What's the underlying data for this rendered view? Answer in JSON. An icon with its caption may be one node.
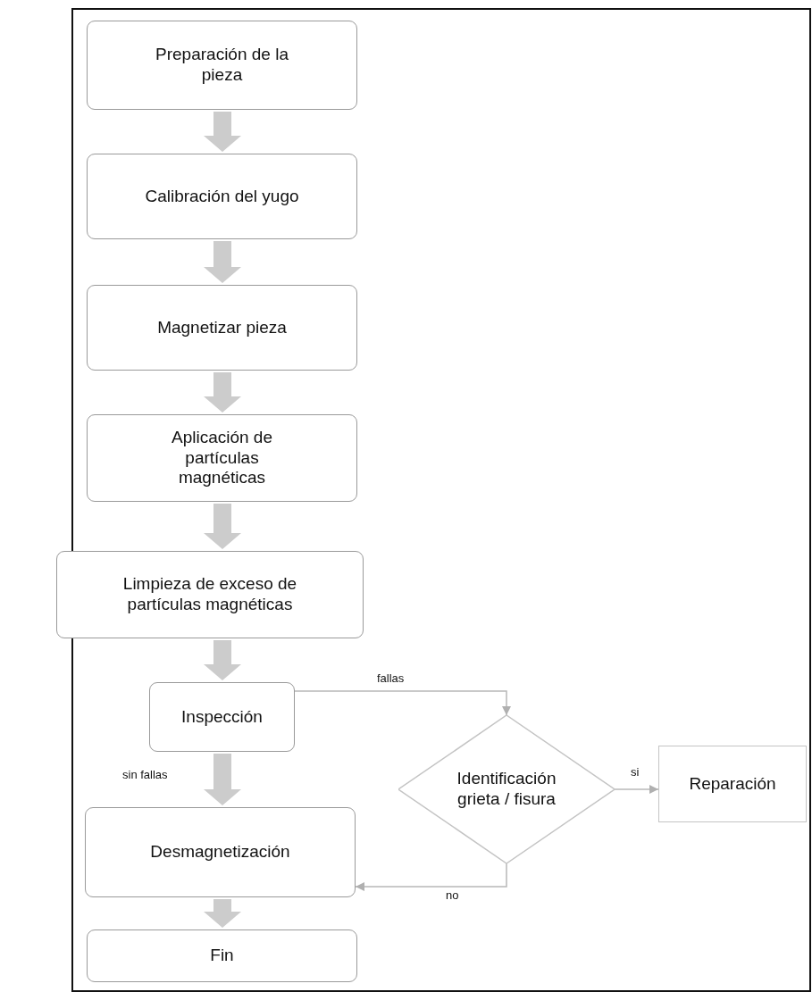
{
  "diagram": {
    "nodes": [
      {
        "text": [
          "Preparación de la pieza"
        ]
      },
      {
        "text": [
          "Calibración del yugo"
        ]
      },
      {
        "text": [
          "Magnetizar pieza"
        ]
      },
      {
        "text": [
          "Aplicación de partículas magnéticas"
        ]
      },
      {
        "text": [
          "Limpieza de exceso de partículas magnéticas"
        ]
      },
      {
        "text": [
          "Inspección"
        ]
      },
      {
        "text": [
          "Identificación grieta / fisura"
        ]
      },
      {
        "text": [
          "Reparación"
        ]
      },
      {
        "text": [
          "Desmagnetización"
        ]
      },
      {
        "text": [
          "Fin"
        ]
      }
    ],
    "edges": [
      {
        "from": 0,
        "to": 1,
        "arrow": "to",
        "style": "thick"
      },
      {
        "from": 1,
        "to": 2,
        "arrow": "to",
        "style": "thick"
      },
      {
        "from": 2,
        "to": 3,
        "arrow": "to",
        "style": "thick"
      },
      {
        "from": 3,
        "to": 4,
        "arrow": "to",
        "style": "thick"
      },
      {
        "from": 4,
        "to": 5,
        "arrow": "to",
        "style": "thick"
      },
      {
        "from": 5,
        "to": 6,
        "arrow": "to",
        "label": "fallas"
      },
      {
        "from": 6,
        "to": 7,
        "arrow": "to",
        "label": "si"
      },
      {
        "from": 5,
        "to": 8,
        "arrow": "to",
        "label": "sin fallas",
        "style": "thick"
      },
      {
        "from": 6,
        "to": 8,
        "arrow": "to",
        "label": "no"
      },
      {
        "from": 8,
        "to": 9,
        "arrow": "to",
        "style": "thick"
      }
    ]
  }
}
